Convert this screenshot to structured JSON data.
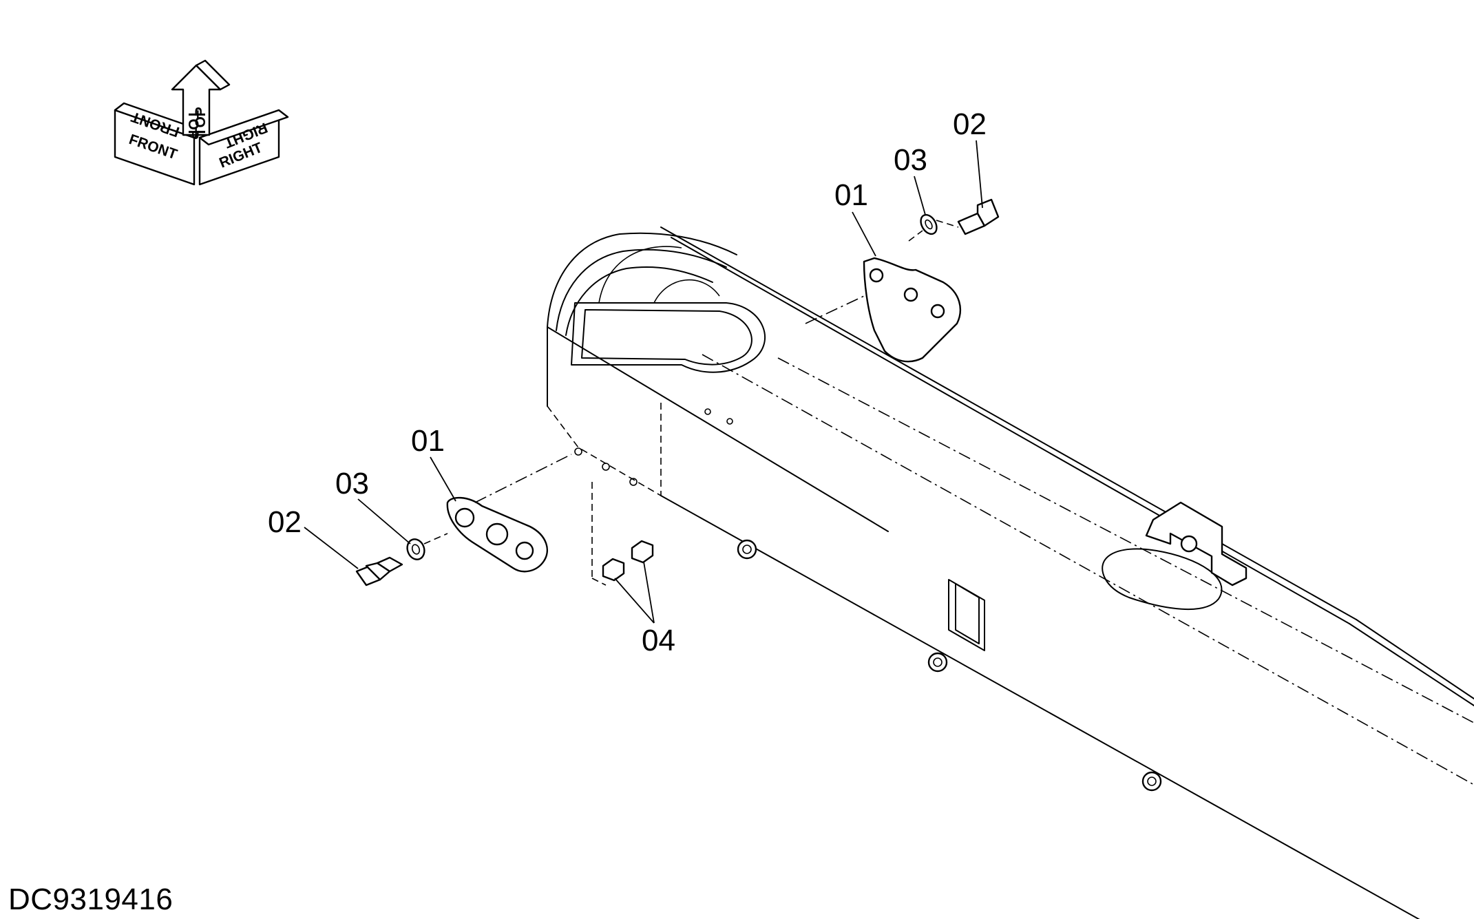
{
  "drawing_code": "DC9319416",
  "orientation_indicator": {
    "labels": {
      "front": "FRONT",
      "top": "TOP",
      "right": "RIGHT"
    }
  },
  "callouts": [
    {
      "id": "upper-01",
      "label": "01"
    },
    {
      "id": "upper-02",
      "label": "02"
    },
    {
      "id": "upper-03",
      "label": "03"
    },
    {
      "id": "lower-01",
      "label": "01"
    },
    {
      "id": "lower-02",
      "label": "02"
    },
    {
      "id": "lower-03",
      "label": "03"
    },
    {
      "id": "lower-04",
      "label": "04"
    }
  ]
}
